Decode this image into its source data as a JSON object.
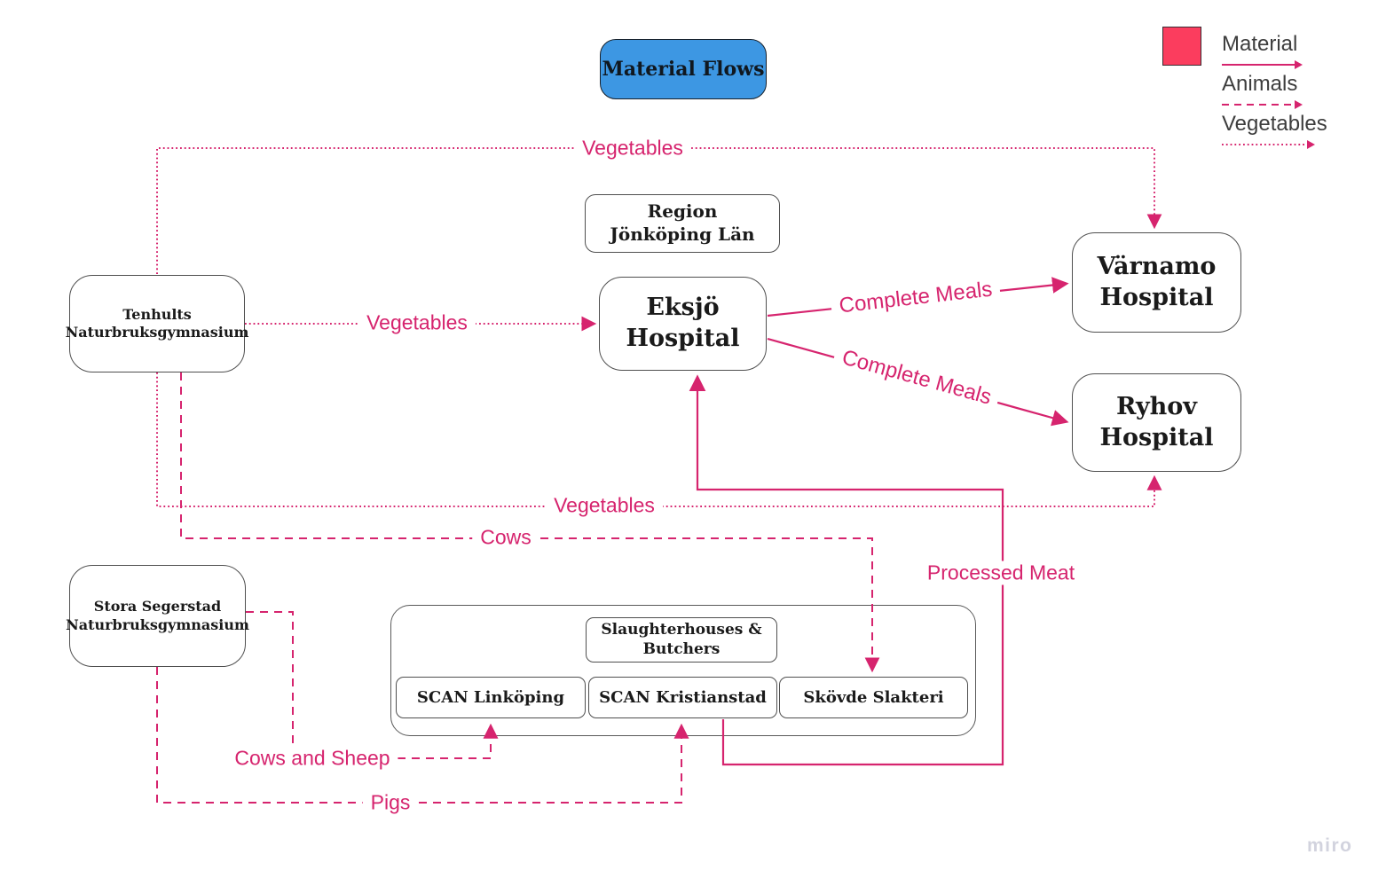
{
  "title": "Material Flows",
  "legend": {
    "swatch_color": "#fb3d5e",
    "items": [
      {
        "label": "Material",
        "line_style": "solid"
      },
      {
        "label": "Animals",
        "line_style": "dashed"
      },
      {
        "label": "Vegetables",
        "line_style": "dotted"
      }
    ]
  },
  "nodes": {
    "region": "Region\nJönköping Län",
    "eksjo": "Eksjö\nHospital",
    "varnamo": "Värnamo\nHospital",
    "ryhov": "Ryhov\nHospital",
    "tenhults": "Tenhults\nNaturbruksgymnasium",
    "stora_segerstad": "Stora Segerstad\nNaturbruksgymnasium",
    "slaughterhouses_group": "Slaughterhouses &\nButchers",
    "scan_linkoping": "SCAN Linköping",
    "scan_kristianstad": "SCAN Kristianstad",
    "skovde_slakteri": "Skövde Slakteri"
  },
  "edge_labels": {
    "vegetables_top": "Vegetables",
    "vegetables_mid": "Vegetables",
    "vegetables_bottom": "Vegetables",
    "cows": "Cows",
    "complete_meals_varnamo": "Complete Meals",
    "complete_meals_ryhov": "Complete Meals",
    "processed_meat": "Processed Meat",
    "cows_and_sheep": "Cows and Sheep",
    "pigs": "Pigs"
  },
  "colors": {
    "flow_line": "#d6246e",
    "title_background": "#3d97e3",
    "legend_swatch": "#fb3d5e"
  },
  "watermark": "miro"
}
